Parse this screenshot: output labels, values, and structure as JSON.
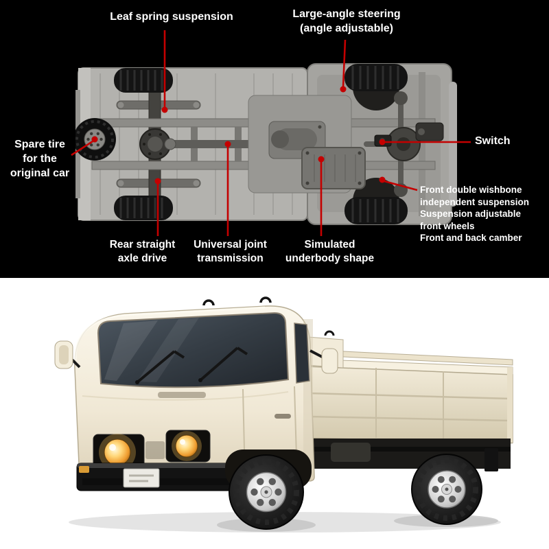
{
  "page": {
    "background_top": "#000000",
    "background_bottom": "#ffffff"
  },
  "colors": {
    "callout_red": "#c40000",
    "label_text": "#ffffff",
    "truck_body_cream": "#f1ead8",
    "headlight_amber": "#f2b64b",
    "chassis_gray": "#a5a4a0"
  },
  "annotations": {
    "leaf_spring": "Leaf spring suspension",
    "steering": "Large-angle steering\n(angle adjustable)",
    "spare_tire": "Spare tire\nfor the\noriginal car",
    "switch": "Switch",
    "front_suspension": "Front double wishbone\nindependent suspension\nSuspension adjustable\nfront wheels\nFront and back camber",
    "rear_axle": "Rear straight\naxle drive",
    "universal_joint": "Universal joint\ntransmission",
    "underbody": "Simulated\nunderbody shape"
  }
}
